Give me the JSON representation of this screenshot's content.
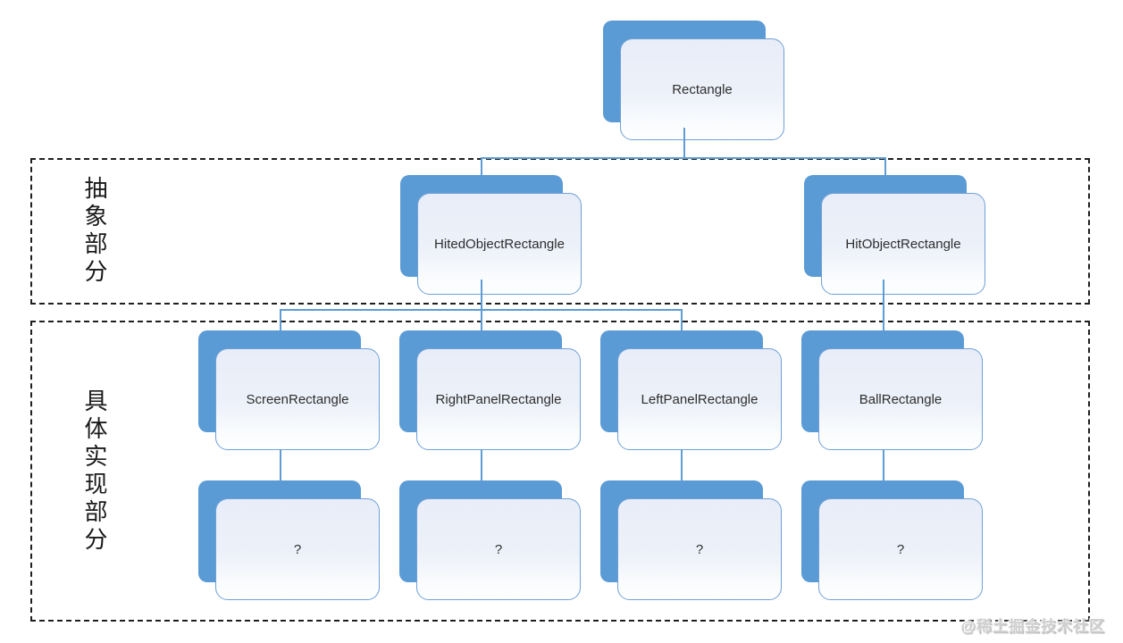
{
  "sections": [
    {
      "label": "抽象部分"
    },
    {
      "label": "具体实现部分"
    }
  ],
  "nodes": {
    "root": {
      "label": "Rectangle"
    },
    "hited": {
      "label": "HitedObjectRectangle"
    },
    "hit": {
      "label": "HitObjectRectangle"
    },
    "screen": {
      "label": "ScreenRectangle"
    },
    "rightpanel": {
      "label": "RightPanelRectangle"
    },
    "leftpanel": {
      "label": "LeftPanelRectangle"
    },
    "ball": {
      "label": "BallRectangle"
    },
    "q1": {
      "label": "?"
    },
    "q2": {
      "label": "?"
    },
    "q3": {
      "label": "?"
    },
    "q4": {
      "label": "?"
    }
  },
  "watermark": {
    "text": "@稀土掘金技术社区"
  },
  "colors": {
    "accent": "#5b9bd5",
    "box_border": "#6fa0d7",
    "connector": "#5e9cd4",
    "dashed_border": "#1f1f1f",
    "watermark": "#cfcfcf"
  }
}
